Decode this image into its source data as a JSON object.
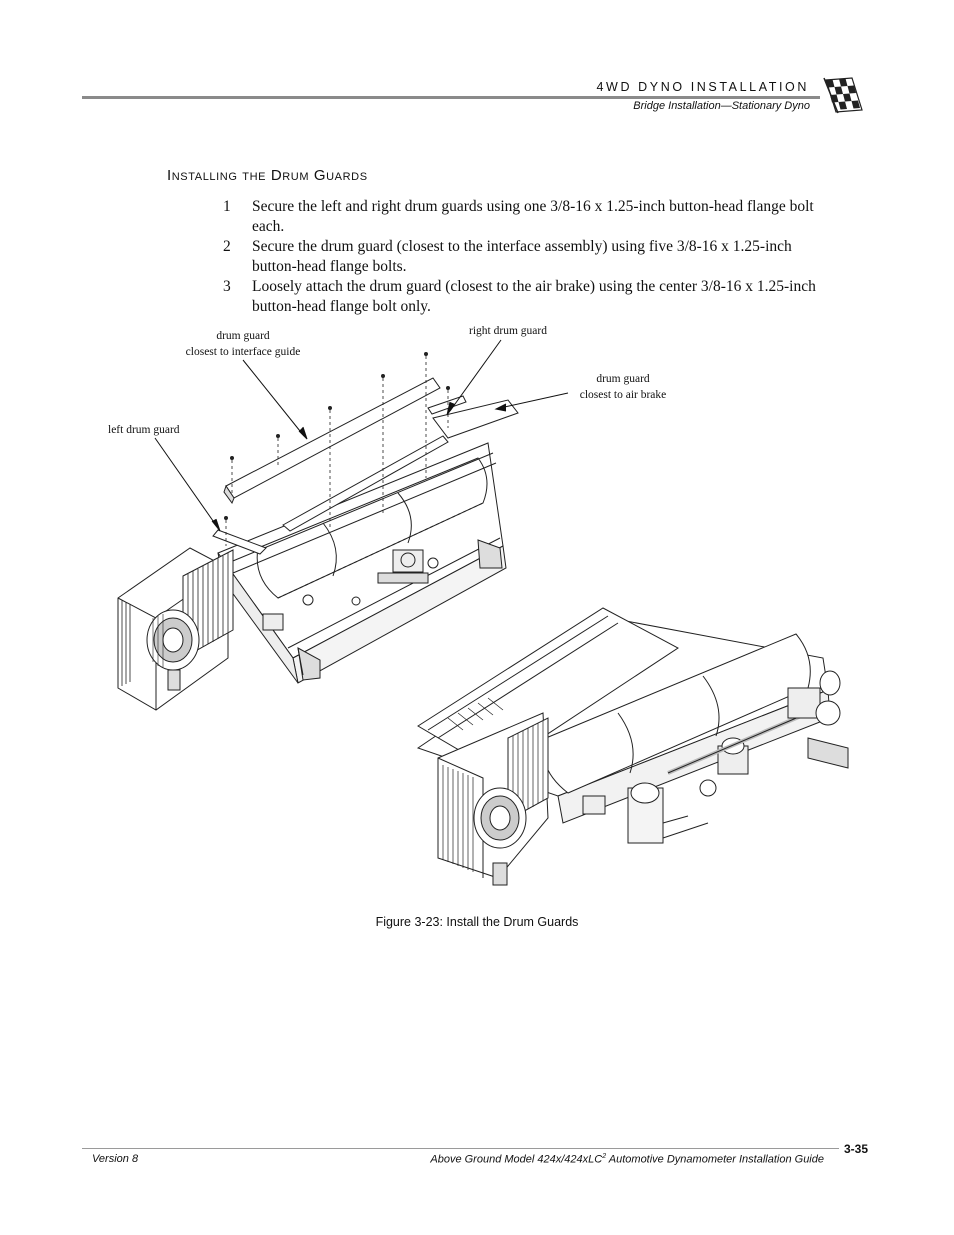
{
  "header": {
    "title": "4WD DYNO INSTALLATION",
    "subtitle": "Bridge Installation—Stationary Dyno",
    "logo_icon": "checkered-flag-icon"
  },
  "section": {
    "title": "Installing the Drum Guards"
  },
  "steps": [
    {
      "num": "1",
      "text": "Secure the left and right drum guards using one 3/8-16 x 1.25-inch button-head flange bolt each."
    },
    {
      "num": "2",
      "text": "Secure the drum guard (closest to the interface assembly) using five 3/8-16 x 1.25-inch button-head flange bolts."
    },
    {
      "num": "3",
      "text": "Loosely attach the drum guard (closest to the air brake) using the center 3/8-16 x 1.25-inch button-head flange bolt only."
    }
  ],
  "figure": {
    "callouts": {
      "interface_line1": "drum guard",
      "interface_line2": "closest to interface guide",
      "right": "right drum guard",
      "airbrake_line1": "drum guard",
      "airbrake_line2": "closest to air brake",
      "left": "left drum guard"
    },
    "caption": "Figure 3-23: Install the Drum Guards"
  },
  "footer": {
    "version": "Version 8",
    "guide_prefix": "Above Ground Model 424x/424xLC",
    "guide_sup": "2",
    "guide_suffix": " Automotive Dynamometer Installation Guide",
    "page": "3-35"
  }
}
